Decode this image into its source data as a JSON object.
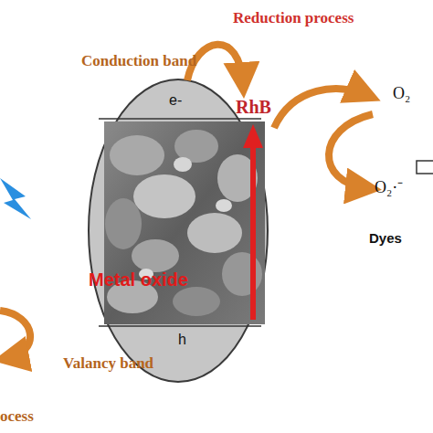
{
  "diagram": {
    "nodes": [
      {
        "text": [
          "Conduction band",
          "e-",
          "Metal oxide",
          "h",
          "Valancy band"
        ]
      }
    ],
    "labels": [
      "Reduction process",
      "RhB",
      "O₂",
      "O₂·⁻",
      "Dyes",
      "ocess"
    ]
  }
}
